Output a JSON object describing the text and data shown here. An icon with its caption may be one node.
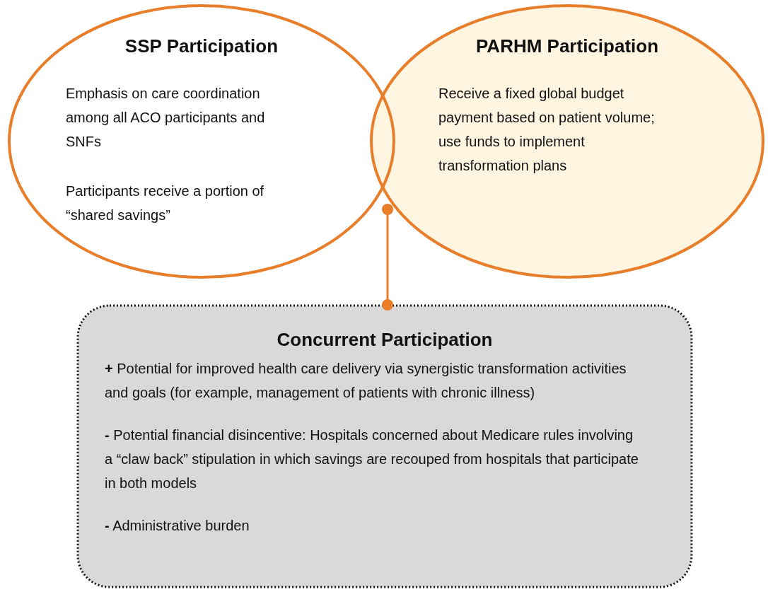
{
  "diagram": {
    "nodes": [
      {
        "text": [
          "SSP Participation",
          "Emphasis on care coordination among all ACO participants and SNFs",
          "Participants receive a portion of “shared savings”"
        ]
      },
      {
        "text": [
          "PARHM Participation",
          "Receive a fixed global budget payment based on patient volume; use funds to implement transformation plans"
        ]
      },
      {
        "text": [
          "Concurrent Participation",
          "**+** Potential for improved health care delivery via synergistic transformation activities and goals (for example, management of patients with chronic illness)",
          "**-** Potential financial disincentive: Hospitals concerned about Medicare rules involving a “claw back” stipulation in which savings are recouped from hospitals that participate in both models",
          "**-** Administrative burden"
        ]
      }
    ],
    "edges": [
      {
        "from": 0,
        "to": 2,
        "arrow": "other"
      }
    ]
  }
}
